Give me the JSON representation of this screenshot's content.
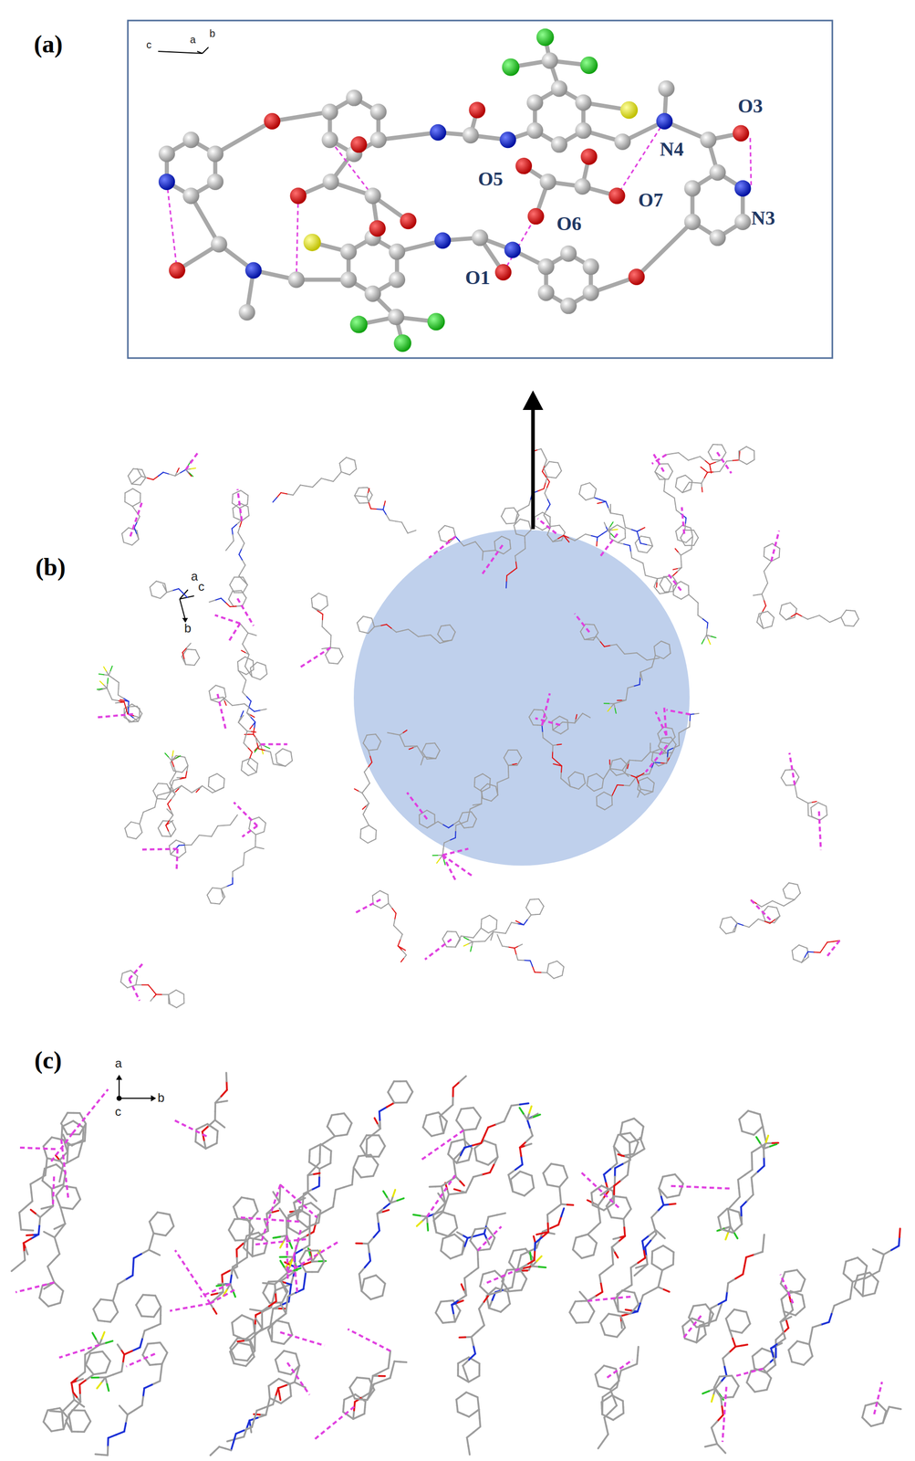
{
  "diagram": {
    "labels": [
      "(a)",
      "c",
      "a",
      "b",
      "O3",
      "N4",
      "O5",
      "O7",
      "N3",
      "O6",
      "O1",
      "(b)",
      "a",
      "c",
      "b",
      "(c)",
      "a",
      "b",
      "c"
    ]
  }
}
